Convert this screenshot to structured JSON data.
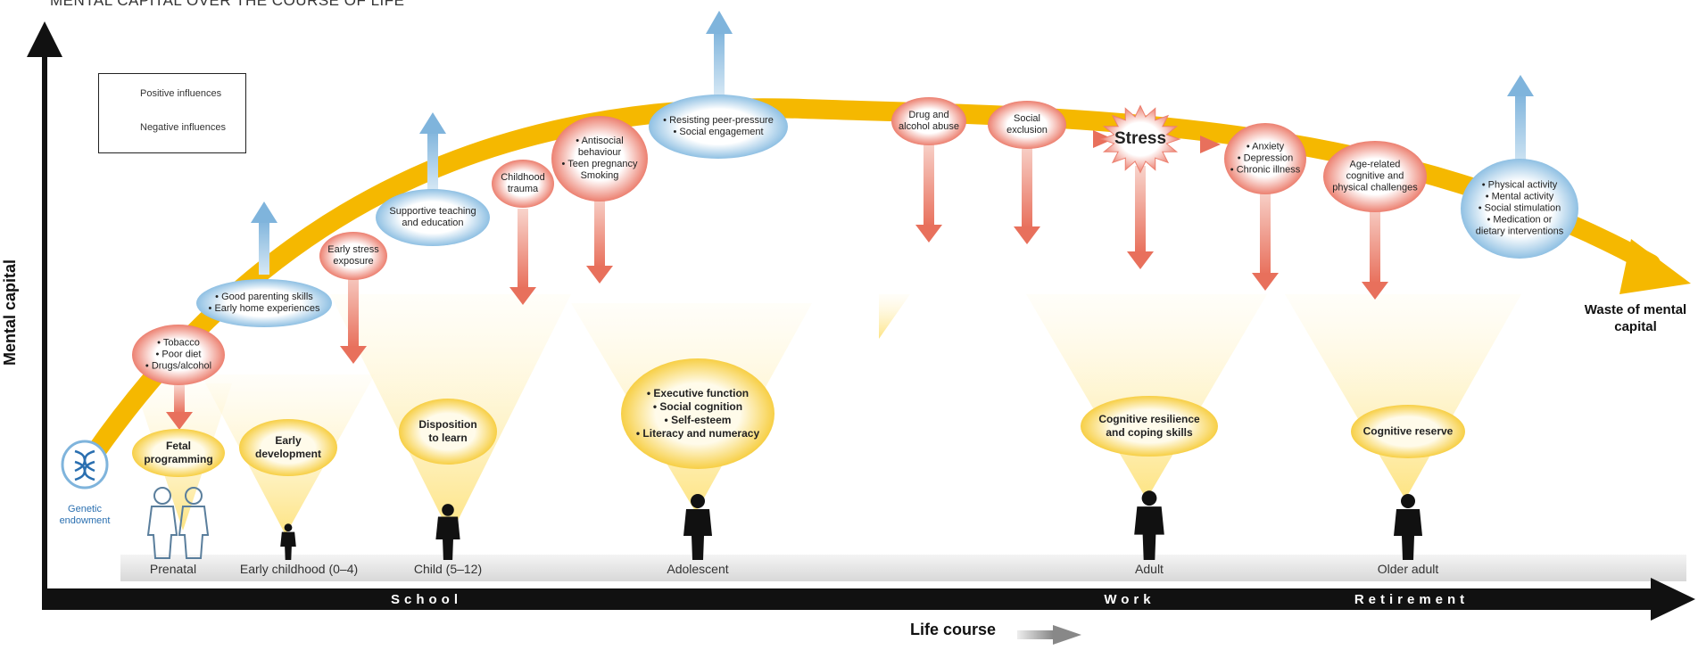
{
  "title": "MENTAL CAPITAL OVER THE COURSE OF LIFE",
  "y_axis_label": "Mental capital",
  "x_axis_label": "Life course",
  "end_label": "Waste of mental capital",
  "legend": {
    "positive": "Positive influences",
    "negative": "Negative influences"
  },
  "stages": [
    "Prenatal",
    "Early childhood (0–4)",
    "Child (5–12)",
    "Adolescent",
    "Adult",
    "Older adult"
  ],
  "phases": [
    "School",
    "Work",
    "Retirement"
  ],
  "positive_influences": [
    "• Good parenting skills\n• Early home experiences",
    "Supportive teaching\nand education",
    "• Resisting peer-pressure\n• Social engagement",
    "• Physical activity\n• Mental activity\n• Social stimulation\n• Medication or\ndietary interventions"
  ],
  "negative_influences": [
    "• Tobacco\n• Poor diet\n• Drugs/alcohol",
    "Early stress\nexposure",
    "Childhood\ntrauma",
    "• Antisocial\nbehaviour\n• Teen pregnancy\nSmoking",
    "Drug and\nalcohol abuse",
    "Social\nexclusion",
    "Stress",
    "• Anxiety\n• Depression\n• Chronic illness",
    "Age-related\ncognitive and\nphysical challenges"
  ],
  "capabilities": [
    "Fetal\nprogramming",
    "Early\ndevelopment",
    "Disposition\nto learn",
    "• Executive function\n• Social cognition\n• Self-esteem\n• Literacy and numeracy",
    "Cognitive resilience\nand coping skills",
    "Cognitive reserve"
  ],
  "genetic_endowment": "Genetic\nendowment",
  "colors": {
    "curve": "#f5b800",
    "positive": "#8fc0e3",
    "negative": "#ec8070",
    "capability": "#fbe08a",
    "axis": "#111111"
  },
  "icons": [
    "dna-icon",
    "person-silhouette-icon",
    "arrow-right-icon"
  ]
}
